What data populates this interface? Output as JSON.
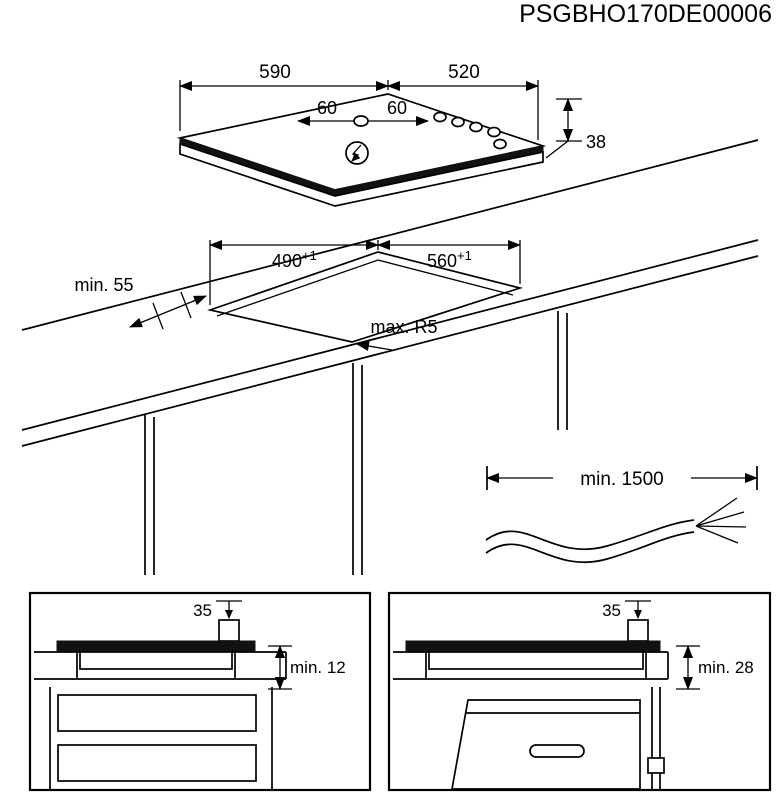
{
  "colors": {
    "line": "#000000",
    "background": "#ffffff",
    "glass_edge": "#111111"
  },
  "doc_code": "PSGBHO170DE00006",
  "hob": {
    "width_mm": "590",
    "depth_mm": "520",
    "center_offset_left_mm": "60",
    "center_offset_right_mm": "60",
    "height_mm": "38"
  },
  "cutout": {
    "depth_mm": "490",
    "depth_tolerance": "+1",
    "width_mm": "560",
    "width_tolerance": "+1",
    "front_clearance": "min. 55",
    "corner_radius": "max. R5"
  },
  "cable": {
    "min_length": "min. 1500"
  },
  "section_drawer": {
    "junction_box_height_mm": "35",
    "clearance_below": "min. 12"
  },
  "section_oven": {
    "junction_box_height_mm": "35",
    "clearance_below": "min. 28"
  }
}
